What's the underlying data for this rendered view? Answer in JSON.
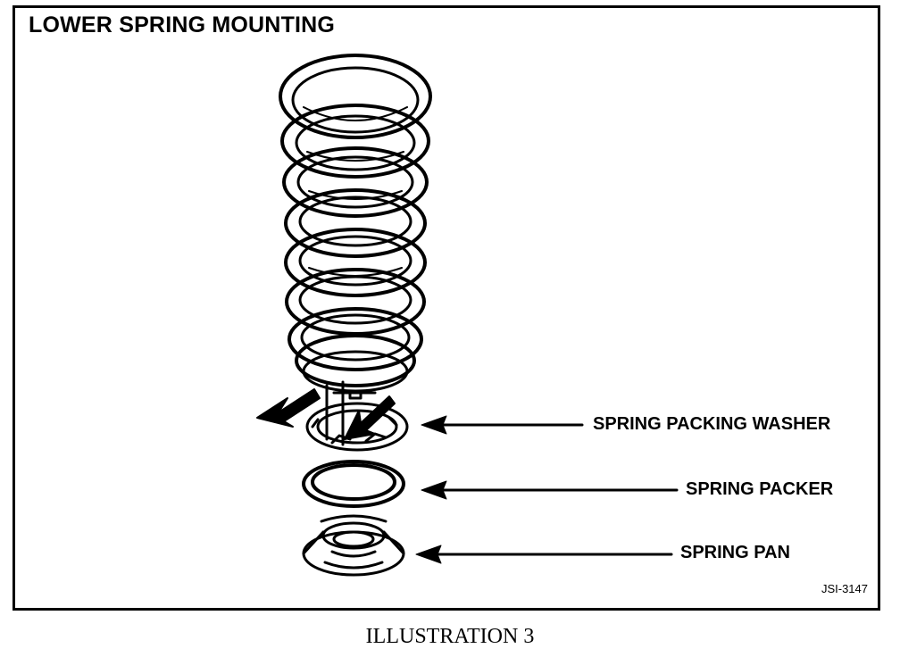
{
  "diagram": {
    "title": "LOWER SPRING MOUNTING",
    "labels": {
      "washer": "SPRING PACKING WASHER",
      "packer": "SPRING PACKER",
      "pan": "SPRING PAN"
    },
    "code": "JSI-3147"
  },
  "caption": "ILLUSTRATION 3"
}
